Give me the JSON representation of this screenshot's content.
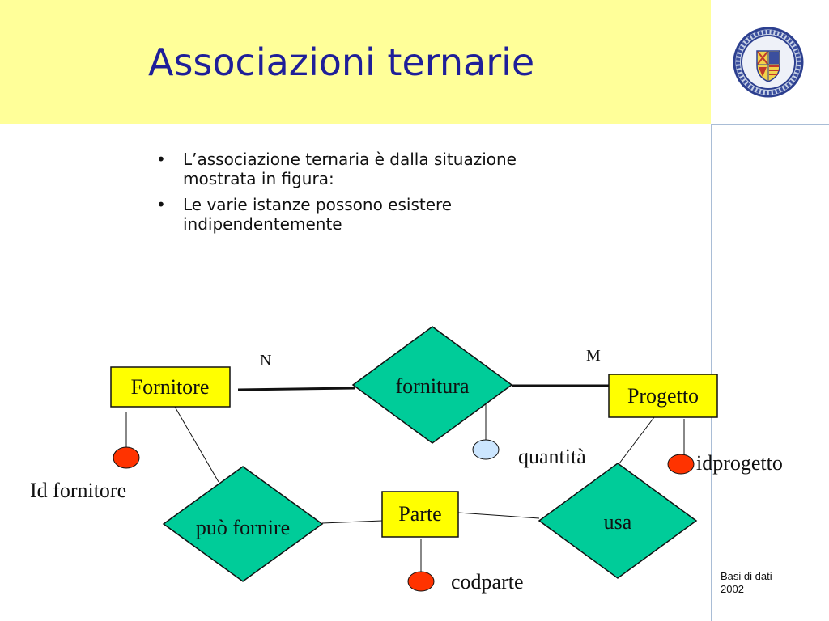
{
  "title": "Associazioni ternarie",
  "bullets": [
    "L’associazione ternaria è  dalla situazione mostrata in figura:",
    "Le varie istanze possono esistere indipendentemente"
  ],
  "diagram": {
    "entities": {
      "fornitore": "Fornitore",
      "progetto": "Progetto",
      "parte": "Parte"
    },
    "relationships": {
      "fornitura": "fornitura",
      "puo_fornire": "può fornire",
      "usa": "usa"
    },
    "attributes": {
      "id_fornitore": "Id fornitore",
      "quantita": "quantità",
      "idprogetto": "idprogetto",
      "codparte": "codparte"
    },
    "cardinalities": {
      "n": "N",
      "m": "M"
    },
    "colors": {
      "entity_fill": "#ffff00",
      "relationship_fill": "#00cc99",
      "key_attribute": "#ff3300",
      "plain_attribute": "#cce6ff"
    }
  },
  "footer": {
    "line1": "Basi di dati",
    "line2": "2002"
  },
  "colors": {
    "title_band": "#ffff99",
    "title_text": "#1f1f99",
    "rule": "#a9bdd6"
  },
  "logo": {
    "icon": "university-seal-icon"
  }
}
